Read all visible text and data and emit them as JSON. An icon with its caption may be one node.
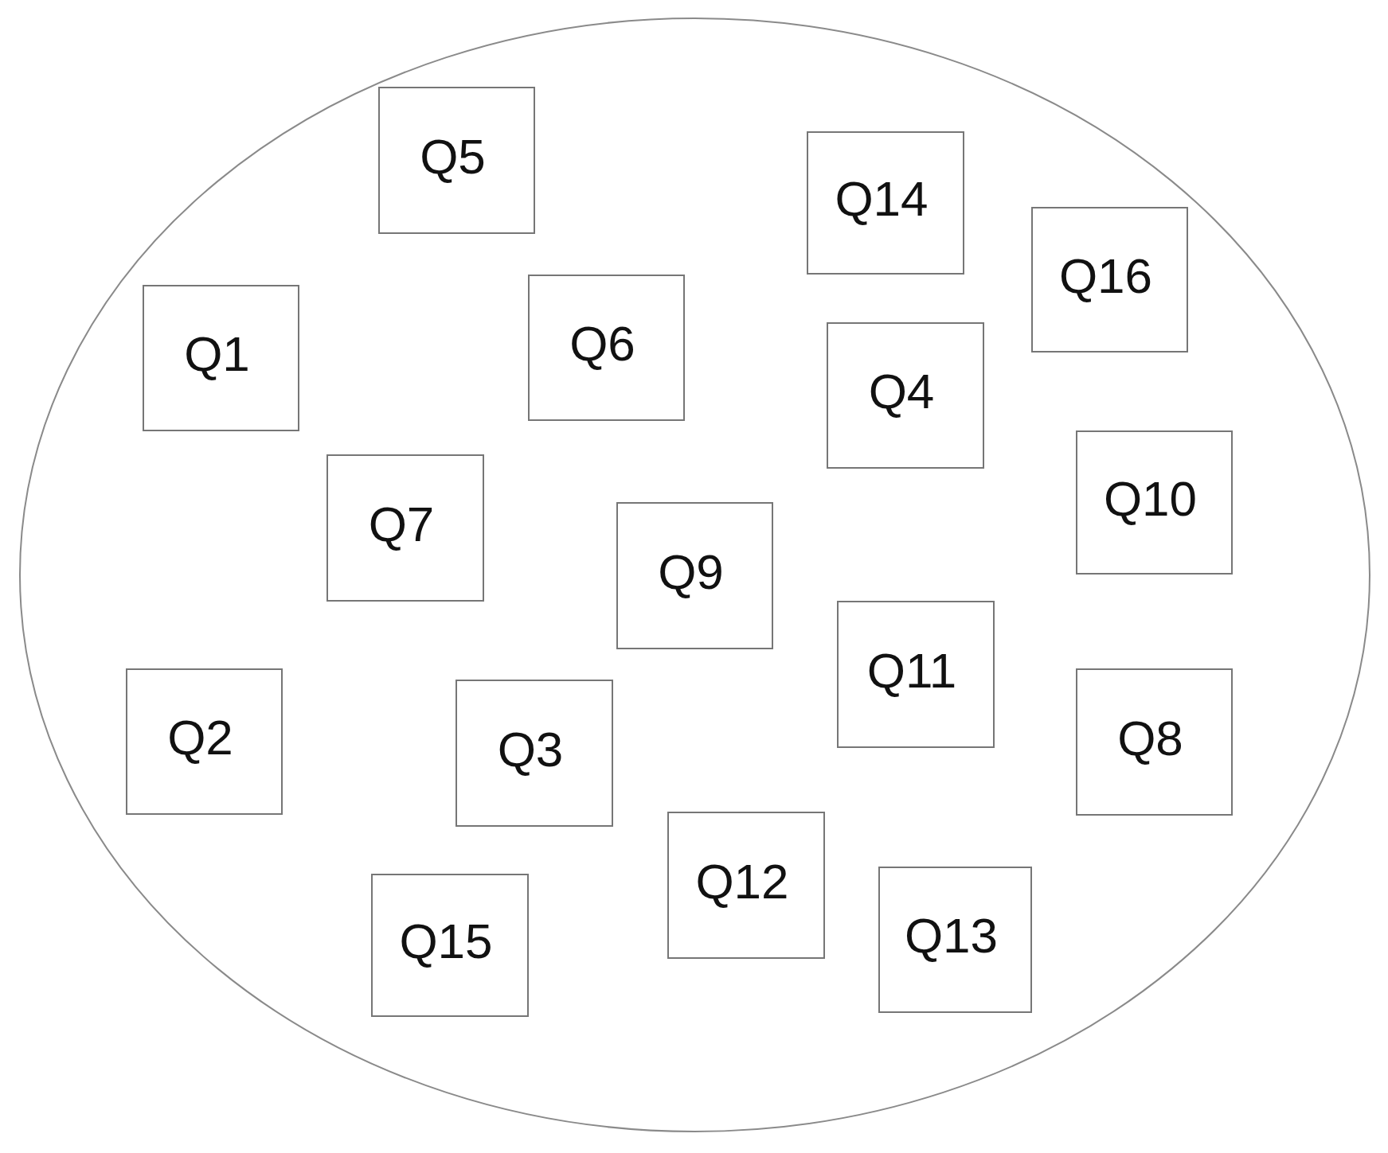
{
  "diagram": {
    "nodes": [
      {
        "text": [],
        "shape": "ellipse"
      },
      {
        "text": [
          "Q5"
        ],
        "in": 0
      },
      {
        "text": [
          "Q14"
        ],
        "in": 0
      },
      {
        "text": [
          "Q16"
        ],
        "in": 0
      },
      {
        "text": [
          "Q1"
        ],
        "in": 0
      },
      {
        "text": [
          "Q6"
        ],
        "in": 0
      },
      {
        "text": [
          "Q4"
        ],
        "in": 0
      },
      {
        "text": [
          "Q10"
        ],
        "in": 0
      },
      {
        "text": [
          "Q7"
        ],
        "in": 0
      },
      {
        "text": [
          "Q9"
        ],
        "in": 0
      },
      {
        "text": [
          "Q11"
        ],
        "in": 0
      },
      {
        "text": [
          "Q2"
        ],
        "in": 0
      },
      {
        "text": [
          "Q3"
        ],
        "in": 0
      },
      {
        "text": [
          "Q8"
        ],
        "in": 0
      },
      {
        "text": [
          "Q12"
        ],
        "in": 0
      },
      {
        "text": [
          "Q13"
        ],
        "in": 0
      },
      {
        "text": [
          "Q15"
        ],
        "in": 0
      }
    ]
  }
}
